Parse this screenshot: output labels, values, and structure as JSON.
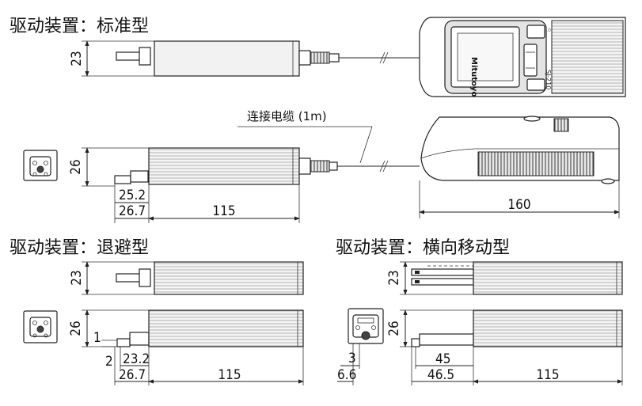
{
  "titles": {
    "standard": "驱动装置：标准型",
    "retract": "驱动装置：退避型",
    "transverse": "驱动装置：横向移动型"
  },
  "callout": {
    "cable": "连接电缆 (1m)"
  },
  "unit": {
    "brand": "Mitutoyo",
    "model": "SJ-210",
    "small_label": "SJ-210"
  },
  "dimensions": {
    "std_top_h": "23",
    "std_side_h": "26",
    "std_d1": "25.2",
    "std_d2": "26.7",
    "std_len": "115",
    "unit_len": "160",
    "ret_top_h": "23",
    "ret_side_h": "26",
    "ret_step": "1",
    "ret_gap": "2",
    "ret_d1": "23.2",
    "ret_d2": "26.7",
    "ret_len": "115",
    "tr_top_h": "23",
    "tr_side_h": "26",
    "tr_front_w": "3",
    "tr_front_offset": "6.6",
    "tr_d1": "45",
    "tr_d2": "46.5",
    "tr_len": "115"
  }
}
